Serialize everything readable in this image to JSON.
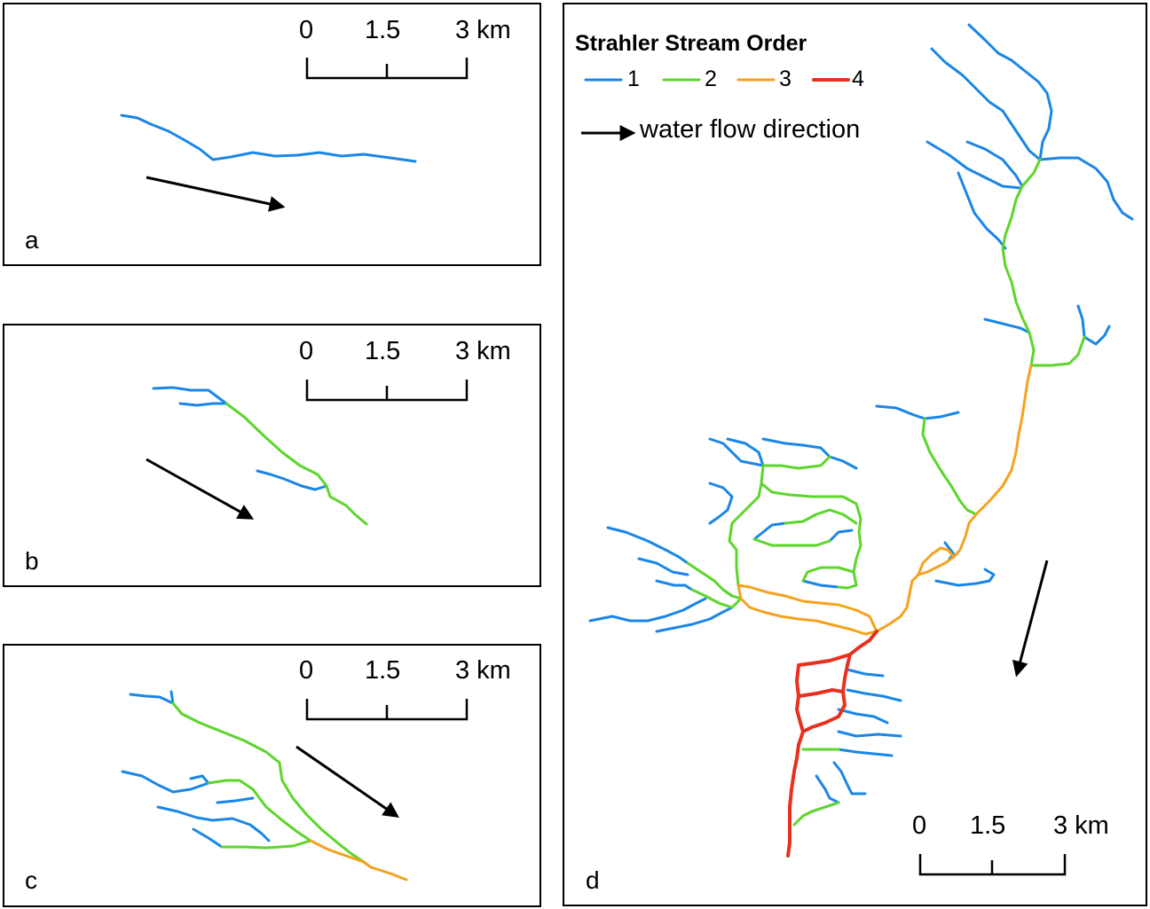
{
  "colors": {
    "order_1": "#1a86e8",
    "order_2": "#5cd62a",
    "order_3": "#f5a21e",
    "order_4": "#e8301e",
    "arrow": "#000000"
  },
  "scale_bar": {
    "tick_0": "0",
    "tick_mid": "1.5",
    "tick_end": "3 km"
  },
  "panels": {
    "a": {
      "label": "a"
    },
    "b": {
      "label": "b"
    },
    "c": {
      "label": "c"
    },
    "d": {
      "label": "d"
    }
  },
  "legend": {
    "title": "Strahler Stream Order",
    "orders": [
      {
        "label": "1",
        "color": "#1a86e8"
      },
      {
        "label": "2",
        "color": "#5cd62a"
      },
      {
        "label": "3",
        "color": "#f5a21e"
      },
      {
        "label": "4",
        "color": "#e8301e"
      }
    ],
    "flow_label": "water flow direction"
  }
}
